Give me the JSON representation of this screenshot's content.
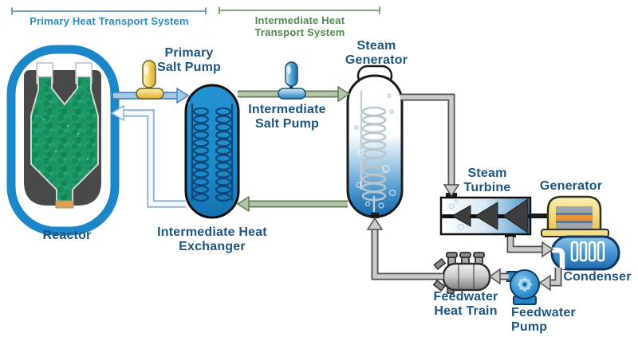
{
  "systems": {
    "primary": {
      "label": "Primary Heat Transport System",
      "color": "#2e8bbe"
    },
    "intermediate": {
      "line1": "Intermediate Heat",
      "line2": "Transport System",
      "color": "#4f8a50"
    }
  },
  "components": {
    "reactor": {
      "label": "Reactor"
    },
    "primary_salt_pump": {
      "line1": "Primary",
      "line2": "Salt Pump"
    },
    "intermediate_heat_exchanger": {
      "line1": "Intermediate Heat",
      "line2": "Exchanger"
    },
    "intermediate_salt_pump": {
      "line1": "Intermediate",
      "line2": "Salt Pump"
    },
    "steam_generator": {
      "line1": "Steam",
      "line2": "Generator"
    },
    "steam_turbine": {
      "line1": "Steam",
      "line2": "Turbine"
    },
    "generator": {
      "label": "Generator"
    },
    "condenser": {
      "label": "Condenser"
    },
    "feedwater_heat_train": {
      "line1": "Feedwater",
      "line2": "Heat Train"
    },
    "feedwater_pump": {
      "line1": "Feedwater",
      "line2": "Pump"
    }
  },
  "colors": {
    "label_text": "#1e5480",
    "reactor_blue": "#1b87c9",
    "core_green": "#1f9e6b",
    "primary_pipe_fill": "#a5c8e6",
    "primary_pipe_border": "#4b86c0",
    "intermediate_pipe_fill": "#b7c2ab",
    "intermediate_pipe_border": "#5d7f55",
    "steam_pipe_fill": "#cbcbcb",
    "steam_pipe_border": "#4f4f4f",
    "pump_yellow": "#eec23f",
    "pump_blue": "#2287c8",
    "generator_yellow": "#f2dc86",
    "condenser_blue": "#2a7fc0"
  }
}
